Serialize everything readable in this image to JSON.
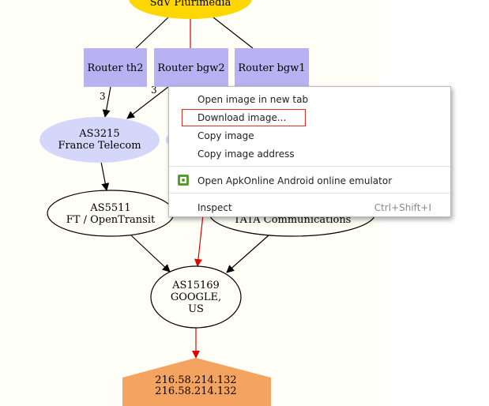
{
  "graph": {
    "nodes": {
      "top": [
        "SdV Plurimedia"
      ],
      "router_th2": [
        "Router th2"
      ],
      "router_bgw2": [
        "Router bgw2"
      ],
      "router_bgw1": [
        "Router bgw1"
      ],
      "as3215": [
        "AS3215",
        "France Telecom"
      ],
      "as5511": [
        "AS5511",
        "FT / OpenTransit"
      ],
      "tata": [
        "TATA Communications"
      ],
      "as15169": [
        "AS15169",
        "GOOGLE,",
        "US"
      ],
      "ip": [
        "216.58.214.132",
        "216.58.214.132"
      ]
    },
    "edge_labels": {
      "th2_as3215": "3",
      "bgw2_as3215": "3"
    },
    "colors": {
      "top_node": "#ffd700",
      "router": "#b8b2f2",
      "as_light": "#d4d7fa",
      "ip_node": "#f4a460",
      "highlight_edge": "#e00000"
    }
  },
  "context_menu": {
    "items": [
      {
        "label": "Open image in new tab"
      },
      {
        "label": "Download image..."
      },
      {
        "label": "Copy image"
      },
      {
        "label": "Copy image address"
      },
      {
        "label": "Open ApkOnline Android online emulator",
        "icon": "apkonline-icon"
      },
      {
        "label": "Inspect",
        "shortcut": "Ctrl+Shift+I"
      }
    ],
    "highlight_color": "#d93025"
  }
}
